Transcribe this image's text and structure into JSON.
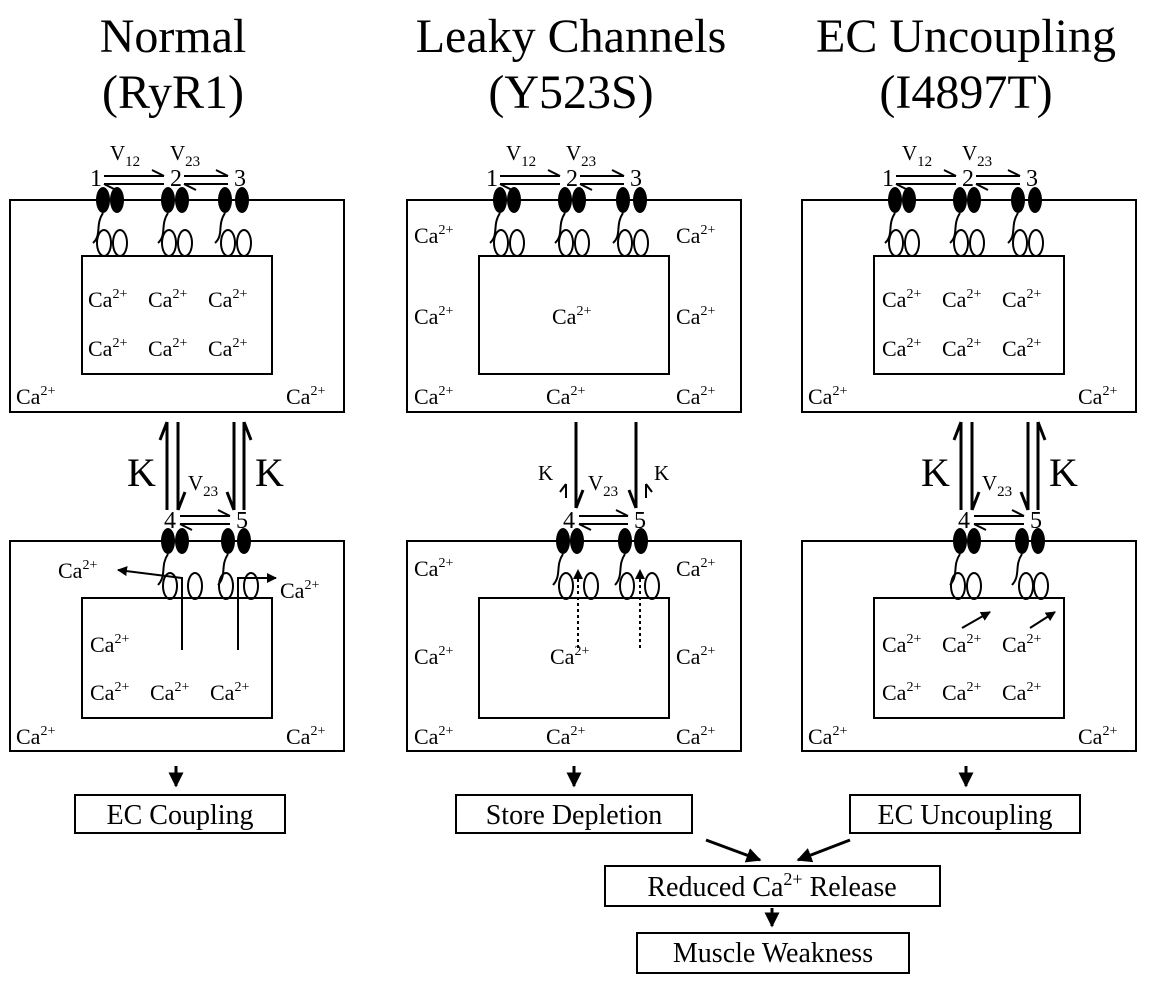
{
  "titles": [
    {
      "line1": "Normal",
      "line2": "(RyR1)"
    },
    {
      "line1": "Leaky Channels",
      "line2": "(Y523S)"
    },
    {
      "line1": "EC Uncoupling",
      "line2": "(I4897T)"
    }
  ],
  "states": {
    "s1": "1",
    "s2": "2",
    "s3": "3",
    "s4": "4",
    "s5": "5"
  },
  "rates": {
    "v": "V",
    "v12_sub": "12",
    "v23_sub": "23",
    "k": "K"
  },
  "ion": {
    "base": "Ca",
    "charge": "2+"
  },
  "outcomes": {
    "normal": "EC Coupling",
    "leaky": "Store Depletion",
    "uncoupling": "EC Uncoupling",
    "reduced_pre": "Reduced Ca",
    "reduced_sup": "2+",
    "reduced_post": " Release",
    "weakness": "Muscle Weakness"
  }
}
